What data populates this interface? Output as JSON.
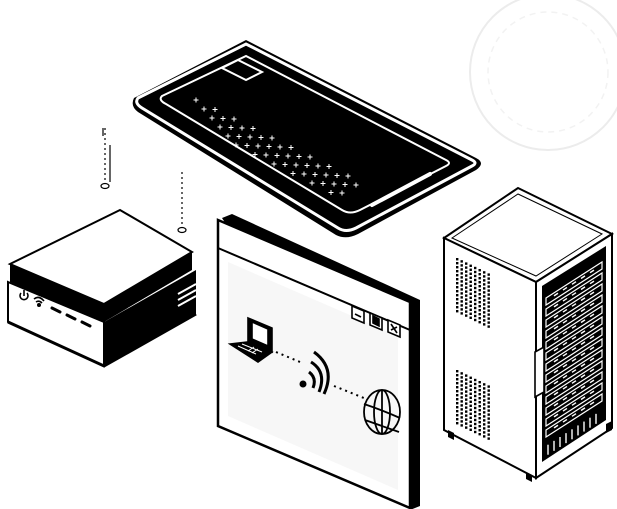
{
  "colors": {
    "ink": "#000000",
    "paper": "#ffffff",
    "faint": "#ececec",
    "pane": "#f4f4f4"
  },
  "illustration": {
    "objects": [
      {
        "name": "smartphone",
        "icon": "smartphone-icon"
      },
      {
        "name": "wifi-router",
        "icon": "router-icon"
      },
      {
        "name": "browser-window",
        "icon": "browser-window-icon"
      },
      {
        "name": "server-rack",
        "icon": "server-rack-icon"
      }
    ],
    "window_contents": [
      "laptop-icon",
      "wifi-signal-icon",
      "globe-icon"
    ],
    "window_controls": [
      "minimize-icon",
      "maximize-icon",
      "close-icon"
    ],
    "router_indicators": [
      "power-icon",
      "wifi-icon",
      "led",
      "led",
      "led"
    ]
  }
}
